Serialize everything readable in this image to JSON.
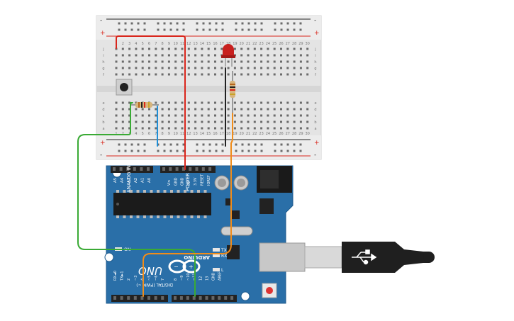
{
  "breadboard": {
    "rail_plus": "+",
    "rail_minus": "-",
    "rows_top": [
      "j",
      "i",
      "h",
      "g",
      "f"
    ],
    "rows_bottom": [
      "e",
      "d",
      "c",
      "b",
      "a"
    ],
    "columns": [
      "1",
      "2",
      "3",
      "4",
      "5",
      "6",
      "7",
      "8",
      "9",
      "10",
      "11",
      "12",
      "13",
      "14",
      "15",
      "16",
      "17",
      "18",
      "19",
      "20",
      "21",
      "22",
      "23",
      "24",
      "25",
      "26",
      "27",
      "28",
      "29",
      "30"
    ]
  },
  "arduino": {
    "model": "UNO",
    "brand": "ARDUINO",
    "analog_header": "ANALOG IN",
    "power_header": "POWER",
    "digital_header": "DIGITAL (PWM ~)",
    "analog_pins": [
      "A5",
      "A4",
      "A3",
      "A2",
      "A1",
      "A0"
    ],
    "power_pins": [
      "Vin",
      "GND",
      "GND",
      "5V",
      "3.3V",
      "RESET",
      "IOREF"
    ],
    "digital_pins": [
      "RX◄0",
      "TX►1",
      "2",
      "~3",
      "4",
      "~5",
      "~6",
      "7",
      "8",
      "~9",
      "~10",
      "~11",
      "12",
      "13",
      "GND",
      "AREF"
    ],
    "label_on": "ON",
    "label_tx": "TX",
    "label_rx": "RX",
    "label_l": "L"
  },
  "colors": {
    "breadboard": "#e6e6e6",
    "board": "#2a6fa8",
    "wire_red": "#d9261c",
    "wire_green": "#3aaa35",
    "wire_blue": "#1e8fd8",
    "wire_orange": "#f08c1a",
    "wire_black": "#222222",
    "led": "#c8201e"
  }
}
